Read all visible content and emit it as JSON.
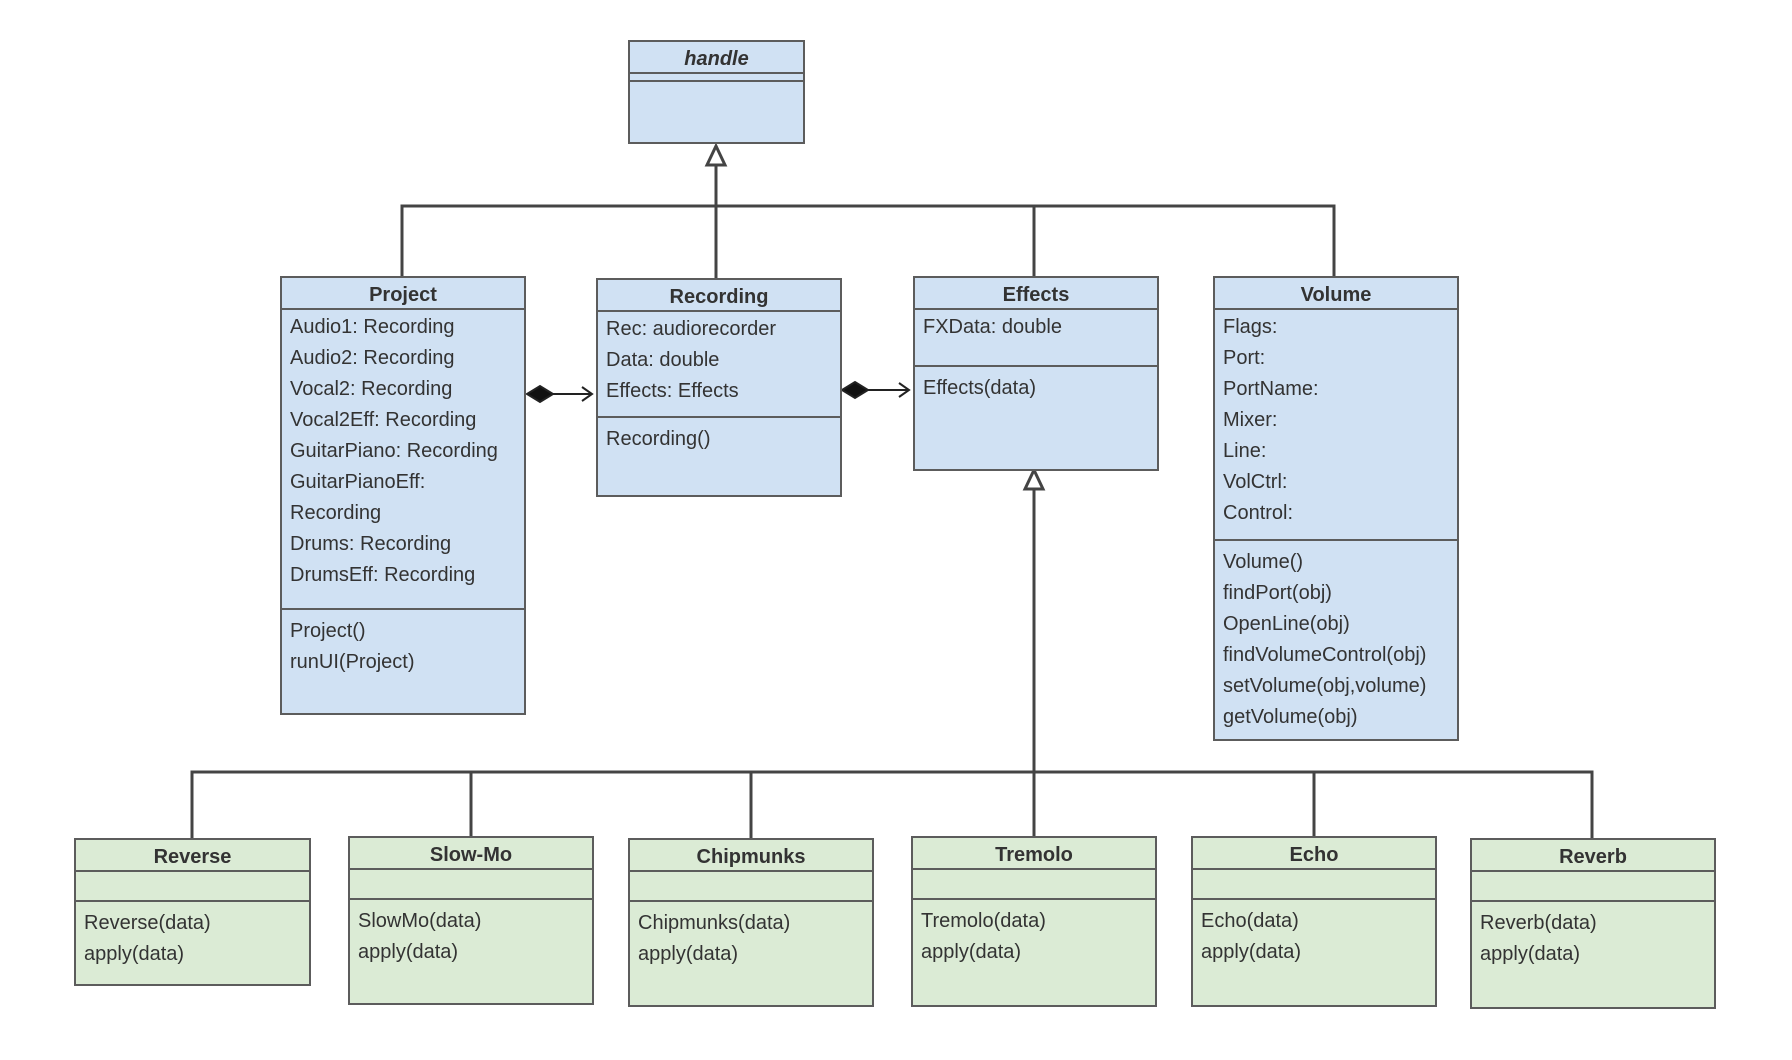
{
  "classes": {
    "handle": {
      "name": "handle",
      "attributes": [],
      "methods": []
    },
    "project": {
      "name": "Project",
      "attributes": [
        "Audio1: Recording",
        "Audio2: Recording",
        "Vocal2: Recording",
        "Vocal2Eff: Recording",
        "GuitarPiano: Recording",
        "GuitarPianoEff:",
        "Recording",
        "Drums: Recording",
        "DrumsEff: Recording"
      ],
      "methods": [
        "Project()",
        "runUI(Project)"
      ]
    },
    "recording": {
      "name": "Recording",
      "attributes": [
        "Rec: audiorecorder",
        "Data: double",
        "Effects: Effects"
      ],
      "methods": [
        "Recording()"
      ]
    },
    "effects": {
      "name": "Effects",
      "attributes": [
        "FXData: double"
      ],
      "methods": [
        "Effects(data)"
      ]
    },
    "volume": {
      "name": "Volume",
      "attributes": [
        "Flags:",
        "Port:",
        "PortName:",
        "Mixer:",
        "Line:",
        "VolCtrl:",
        "Control:"
      ],
      "methods": [
        "Volume()",
        "findPort(obj)",
        "OpenLine(obj)",
        "findVolumeControl(obj)",
        "setVolume(obj,volume)",
        "getVolume(obj)"
      ]
    },
    "reverse": {
      "name": "Reverse",
      "attributes": [],
      "methods": [
        "Reverse(data)",
        "apply(data)"
      ]
    },
    "slowmo": {
      "name": "Slow-Mo",
      "attributes": [],
      "methods": [
        "SlowMo(data)",
        "apply(data)"
      ]
    },
    "chipmunks": {
      "name": "Chipmunks",
      "attributes": [],
      "methods": [
        "Chipmunks(data)",
        "apply(data)"
      ]
    },
    "tremolo": {
      "name": "Tremolo",
      "attributes": [],
      "methods": [
        "Tremolo(data)",
        "apply(data)"
      ]
    },
    "echo": {
      "name": "Echo",
      "attributes": [],
      "methods": [
        "Echo(data)",
        "apply(data)"
      ]
    },
    "reverb": {
      "name": "Reverb",
      "attributes": [],
      "methods": [
        "Reverb(data)",
        "apply(data)"
      ]
    }
  },
  "relations": [
    {
      "type": "generalization",
      "from": "project",
      "to": "handle"
    },
    {
      "type": "generalization",
      "from": "recording",
      "to": "handle"
    },
    {
      "type": "generalization",
      "from": "effects",
      "to": "handle"
    },
    {
      "type": "generalization",
      "from": "volume",
      "to": "handle"
    },
    {
      "type": "composition",
      "from": "project",
      "to": "recording"
    },
    {
      "type": "composition",
      "from": "recording",
      "to": "effects"
    },
    {
      "type": "generalization",
      "from": "reverse",
      "to": "effects"
    },
    {
      "type": "generalization",
      "from": "slowmo",
      "to": "effects"
    },
    {
      "type": "generalization",
      "from": "chipmunks",
      "to": "effects"
    },
    {
      "type": "generalization",
      "from": "tremolo",
      "to": "effects"
    },
    {
      "type": "generalization",
      "from": "echo",
      "to": "effects"
    },
    {
      "type": "generalization",
      "from": "reverb",
      "to": "effects"
    }
  ],
  "colors": {
    "core_fill": "#d0e1f3",
    "effect_fill": "#dbebd5",
    "stroke": "#5c5c5c",
    "line": "#444444"
  }
}
